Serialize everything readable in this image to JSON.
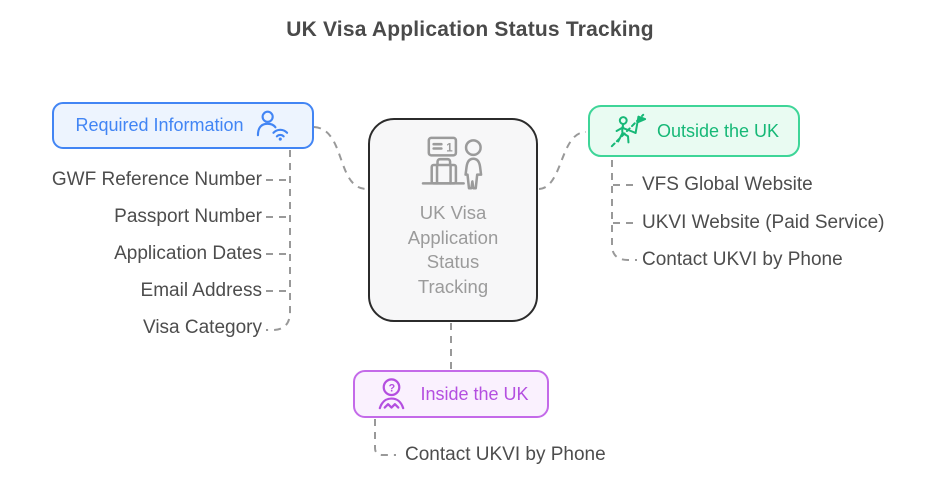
{
  "title": "UK Visa Application Status Tracking",
  "colors": {
    "line-gray": "#999999",
    "title-gray": "#4a4a4a",
    "item-gray": "#4d4d4d",
    "center-border": "#2b2b2b",
    "center-bg": "#f7f7f8",
    "center-text": "#9b9b9b",
    "blue-accent": "#4285f4",
    "blue-bg": "#edf4fe",
    "green-accent": "#16b877",
    "green-border": "#3ed598",
    "green-bg": "#e9fbf2",
    "purple-accent": "#b44fe0",
    "purple-border": "#c46ae9",
    "purple-bg": "#faf1fe"
  },
  "center": {
    "lines": [
      "UK Visa",
      "Application",
      "Status",
      "Tracking"
    ],
    "icon": "immigration-counter-icon",
    "sign_text": "1"
  },
  "branches": {
    "required_information": {
      "label": "Required Information",
      "icon": "user-signal-icon",
      "items": [
        "GWF Reference Number",
        "Passport Number",
        "Application Dates",
        "Email Address",
        "Visa Category"
      ]
    },
    "outside_uk": {
      "label": "Outside the UK",
      "icon": "traveler-flag-icon",
      "items": [
        "VFS Global Website",
        "UKVI Website (Paid Service)",
        "Contact UKVI by Phone"
      ]
    },
    "inside_uk": {
      "label": "Inside the UK",
      "icon": "person-question-icon",
      "question_glyph": "?",
      "items": [
        "Contact UKVI by Phone"
      ]
    }
  }
}
